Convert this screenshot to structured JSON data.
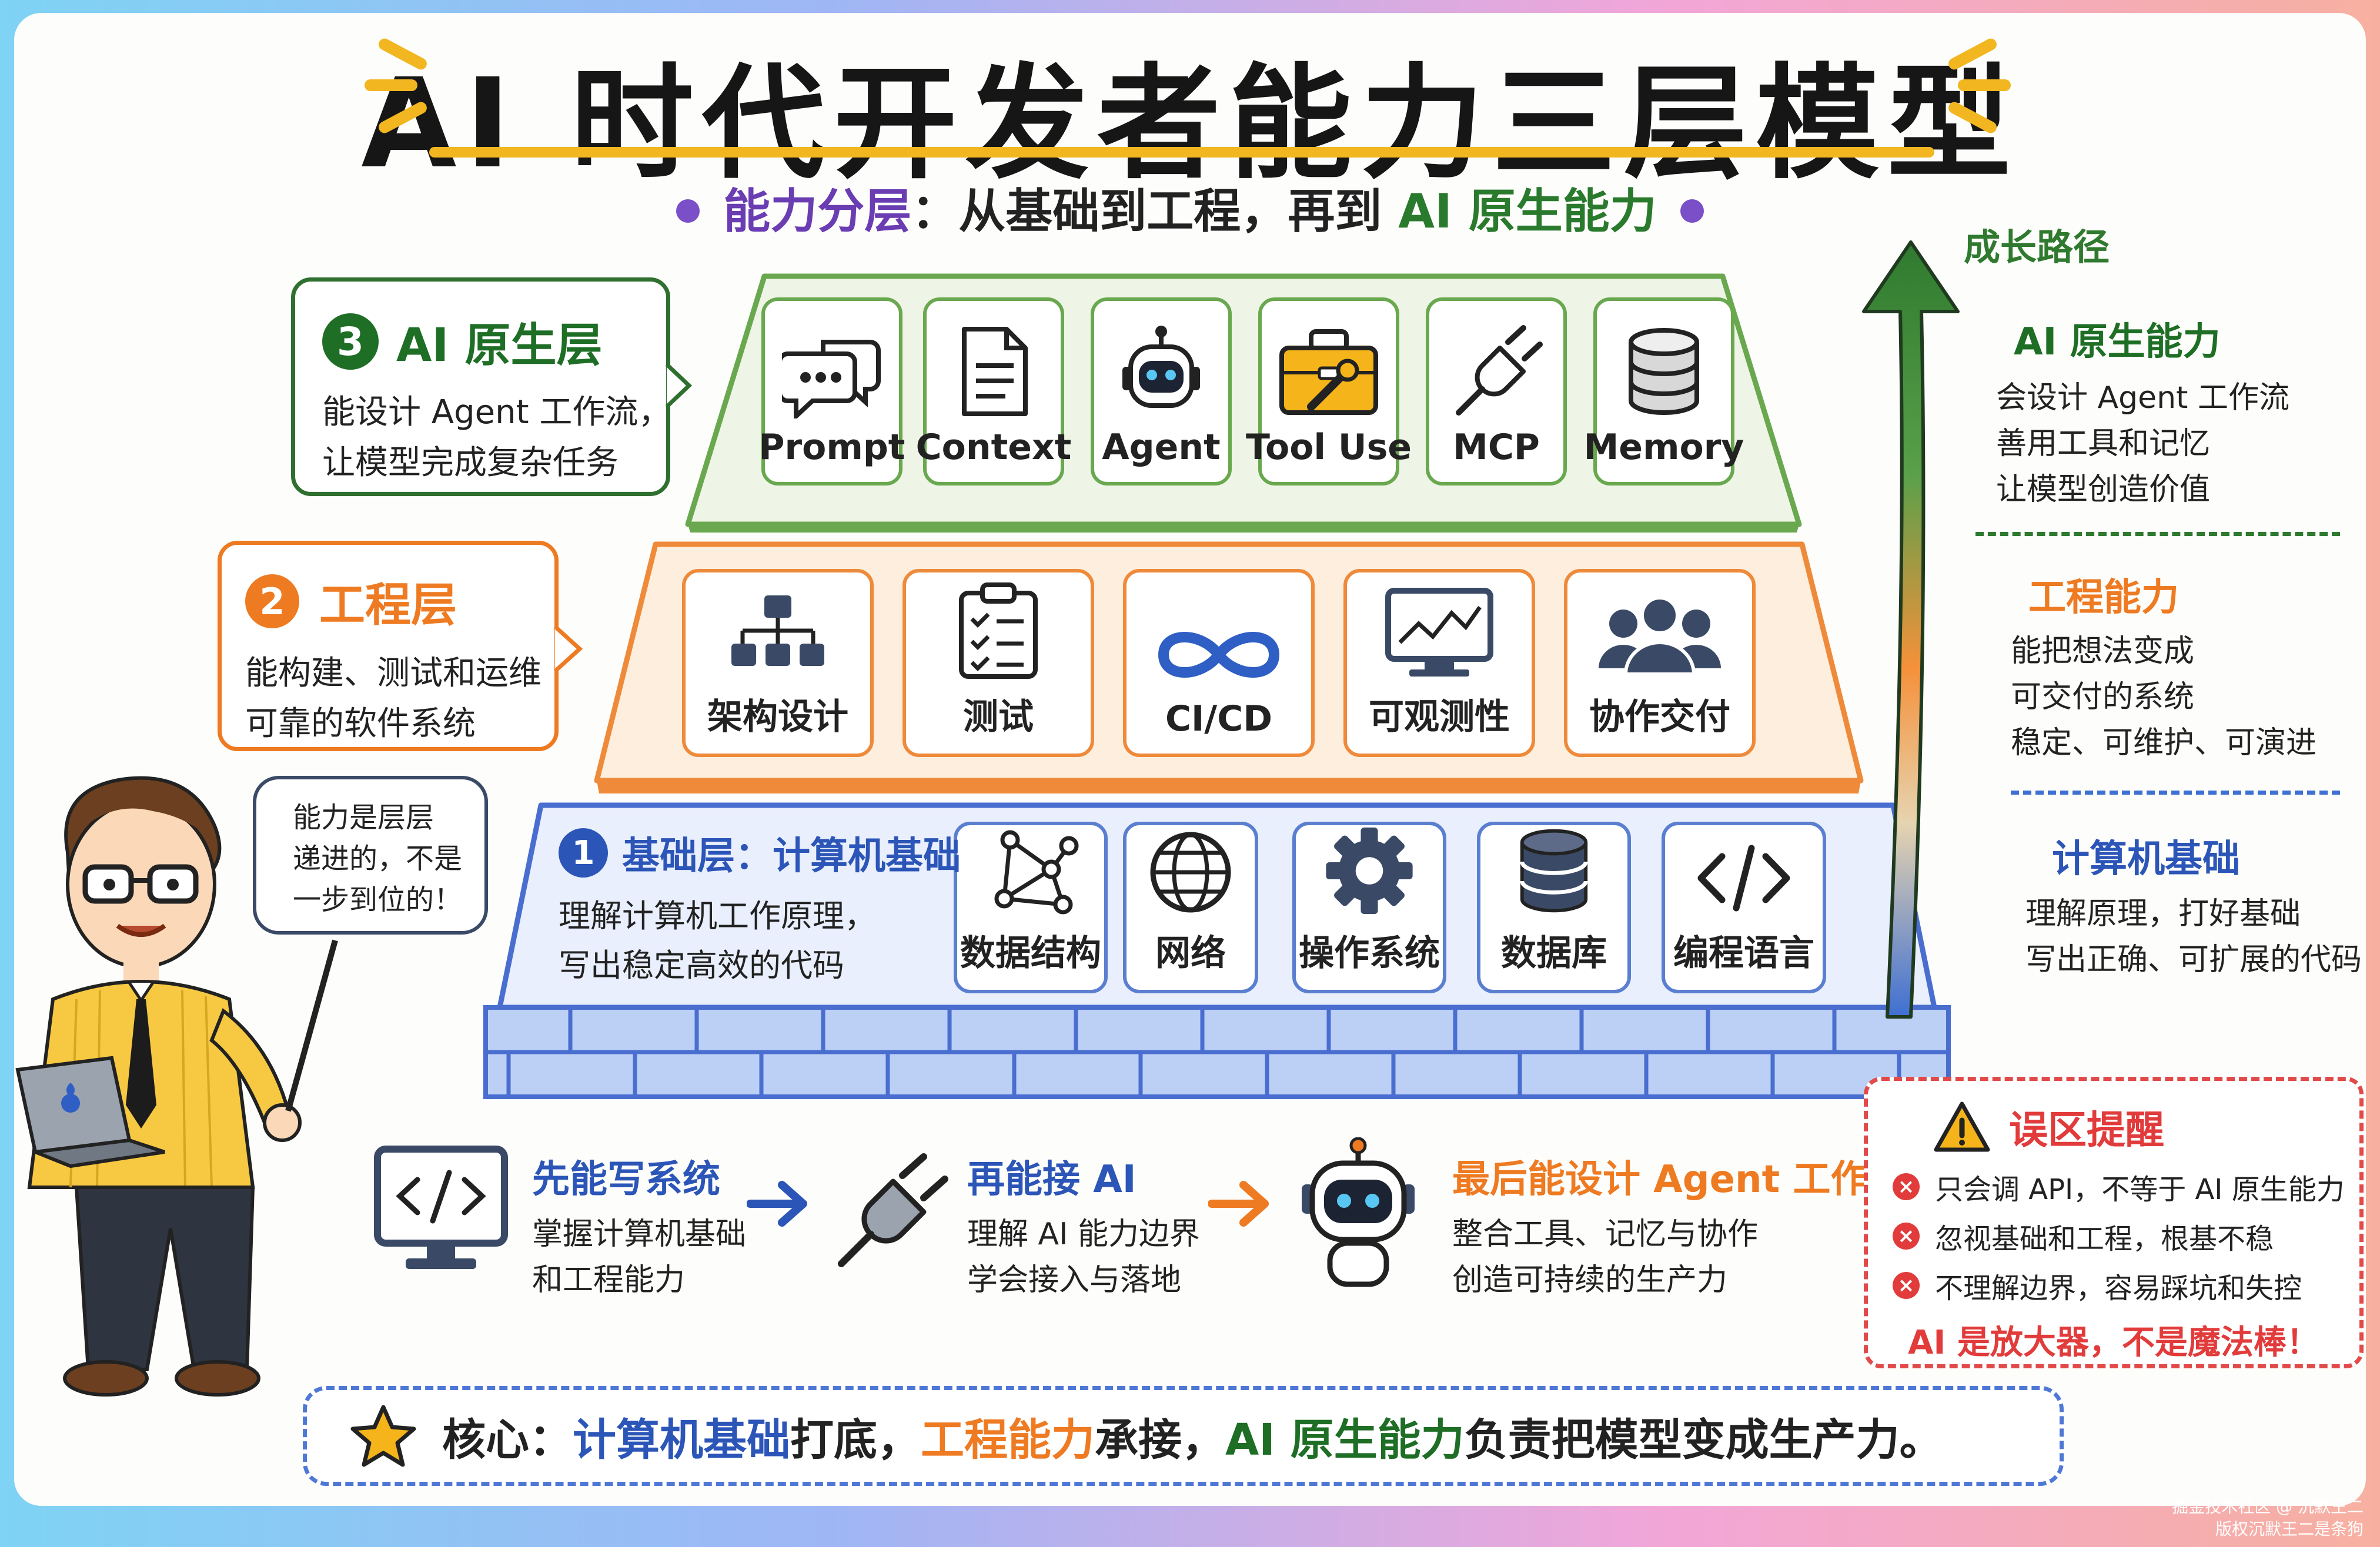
{
  "title": "AI 时代开发者能力三层模型",
  "subtitle": {
    "part1": "能力分层",
    "part2": "：从基础到工程，再到 ",
    "part3": "AI 原生能力"
  },
  "colors": {
    "green": "#2f8a2f",
    "orange": "#ee7a22",
    "blue": "#2c55b8",
    "red": "#e23b3b",
    "purple": "#6a3db3"
  },
  "layers": {
    "ai": {
      "number": "3",
      "name": "AI 原生层",
      "desc": [
        "能设计 Agent 工作流，",
        "让模型完成复杂任务"
      ],
      "items": [
        {
          "label": "Prompt",
          "icon": "chat-bubbles-icon"
        },
        {
          "label": "Context",
          "icon": "document-icon"
        },
        {
          "label": "Agent",
          "icon": "robot-icon"
        },
        {
          "label": "Tool Use",
          "icon": "toolbox-icon"
        },
        {
          "label": "MCP",
          "icon": "plug-icon"
        },
        {
          "label": "Memory",
          "icon": "database-icon"
        }
      ]
    },
    "engineering": {
      "number": "2",
      "name": "工程层",
      "desc": [
        "能构建、测试和运维",
        "可靠的软件系统"
      ],
      "items": [
        {
          "label": "架构设计",
          "icon": "hierarchy-icon"
        },
        {
          "label": "测试",
          "icon": "checklist-icon"
        },
        {
          "label": "CI/CD",
          "icon": "infinity-icon"
        },
        {
          "label": "可观测性",
          "icon": "monitor-chart-icon"
        },
        {
          "label": "协作交付",
          "icon": "team-icon"
        }
      ]
    },
    "foundation": {
      "number": "1",
      "name": "基础层：计算机基础",
      "desc": [
        "理解计算机工作原理，",
        "写出稳定高效的代码"
      ],
      "items": [
        {
          "label": "数据结构",
          "icon": "graph-nodes-icon"
        },
        {
          "label": "网络",
          "icon": "globe-icon"
        },
        {
          "label": "操作系统",
          "icon": "gear-icon"
        },
        {
          "label": "数据库",
          "icon": "database-icon"
        },
        {
          "label": "编程语言",
          "icon": "code-icon"
        }
      ]
    }
  },
  "speech": [
    "能力是层层",
    "递进的，不是",
    "一步到位的！"
  ],
  "growth": {
    "label": "成长路径",
    "levels": [
      {
        "title": "AI 原生能力",
        "lines": [
          "会设计 Agent 工作流",
          "善用工具和记忆",
          "让模型创造价值"
        ]
      },
      {
        "title": "工程能力",
        "lines": [
          "能把想法变成",
          "可交付的系统",
          "稳定、可维护、可演进"
        ]
      },
      {
        "title": "计算机基础",
        "lines": [
          "理解原理，打好基础",
          "写出正确、可扩展的代码"
        ]
      }
    ]
  },
  "path": [
    {
      "title": "先能写系统",
      "lines": [
        "掌握计算机基础",
        "和工程能力"
      ],
      "icon": "code-monitor-icon"
    },
    {
      "title": "再能接 AI",
      "lines": [
        "理解 AI 能力边界",
        "学会接入与落地"
      ],
      "icon": "plug-icon"
    },
    {
      "title": "最后能设计 Agent 工作流",
      "lines": [
        "整合工具、记忆与协作",
        "创造可持续的生产力"
      ],
      "icon": "robot-icon"
    }
  ],
  "warning": {
    "title": "误区提醒",
    "items": [
      "只会调 API，不等于 AI 原生能力",
      "忽视基础和工程，根基不稳",
      "不理解边界，容易踩坑和失控"
    ],
    "footer": "AI 是放大器，不是魔法棒！"
  },
  "core": {
    "label": "核心：",
    "seg1": "计算机基础",
    "seg2": "打底，",
    "seg3": "工程能力",
    "seg4": "承接，",
    "seg5": "AI 原生能力",
    "seg6": "负责把模型变成生产力。"
  },
  "watermark": [
    "掘金技术社区 @ 沉默王二",
    "版权沉默王二是条狗"
  ]
}
